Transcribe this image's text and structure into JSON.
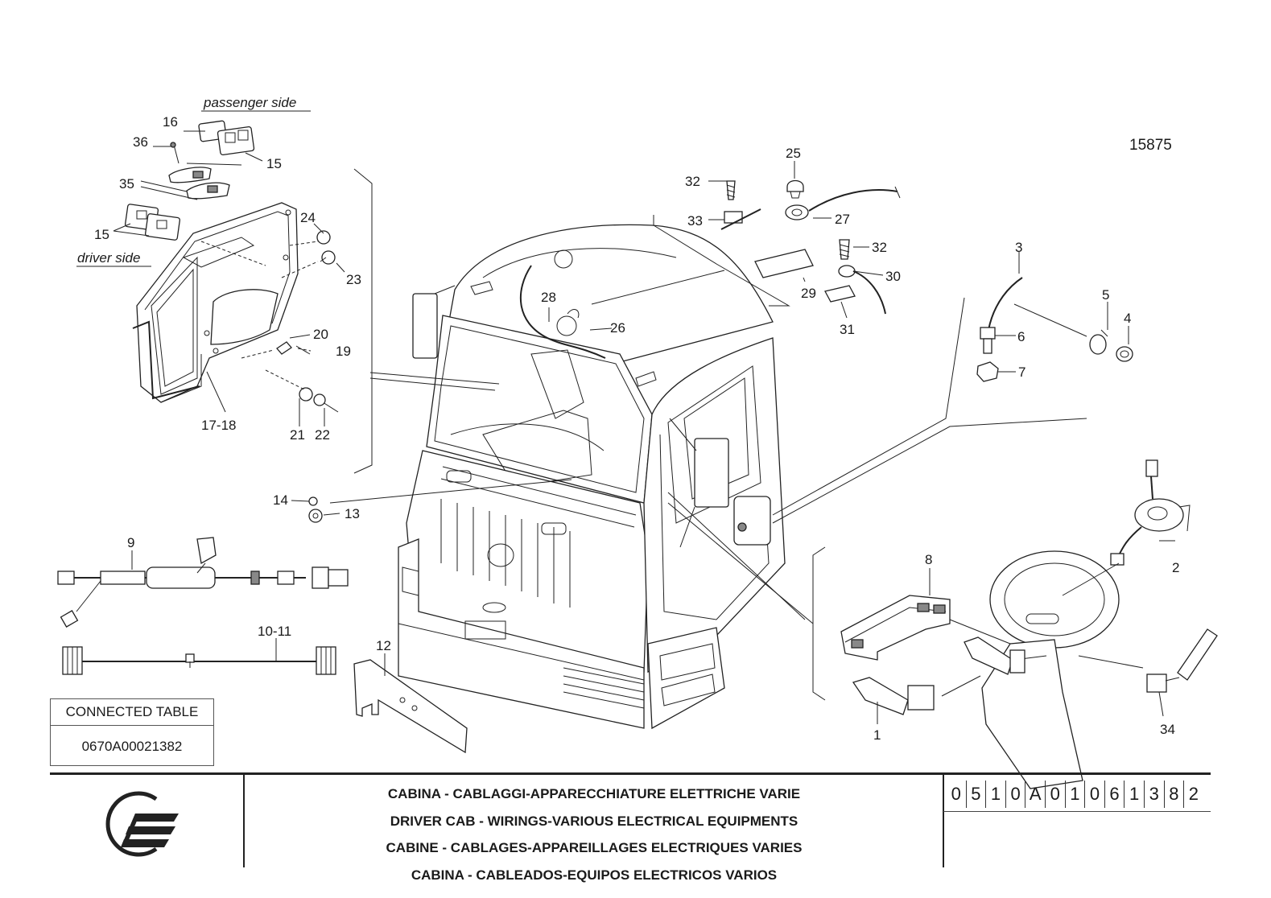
{
  "diagram": {
    "ref_number": "15875",
    "passenger_side_label": "passenger side",
    "driver_side_label": "driver side",
    "callouts": {
      "c1": "1",
      "c2": "2",
      "c3": "3",
      "c4": "4",
      "c5": "5",
      "c6": "6",
      "c7": "7",
      "c8": "8",
      "c9": "9",
      "c10_11": "10-11",
      "c12": "12",
      "c13": "13",
      "c14": "14",
      "c15a": "15",
      "c15b": "15",
      "c16": "16",
      "c17_18": "17-18",
      "c19": "19",
      "c20": "20",
      "c21": "21",
      "c22": "22",
      "c23": "23",
      "c24": "24",
      "c25": "25",
      "c26": "26",
      "c27": "27",
      "c28": "28",
      "c29": "29",
      "c30": "30",
      "c31": "31",
      "c32a": "32",
      "c32b": "32",
      "c33": "33",
      "c34": "34",
      "c35": "35",
      "c36": "36"
    }
  },
  "connected_table": {
    "header": "CONNECTED TABLE",
    "value": "0670A00021382"
  },
  "title_block": {
    "titles": [
      "CABINA - CABLAGGI-APPARECCHIATURE ELETTRICHE VARIE",
      "DRIVER CAB - WIRINGS-VARIOUS ELECTRICAL EQUIPMENTS",
      "CABINE - CABLAGES-APPAREILLAGES ELECTRIQUES VARIES",
      "CABINA - CABLEADOS-EQUIPOS ELECTRICOS VARIOS"
    ],
    "doc_number": [
      "0",
      "5",
      "1",
      "0",
      "A",
      "0",
      "1",
      "0",
      "6",
      "1",
      "3",
      "8",
      "2"
    ],
    "logo_icon": "company-logo-icon"
  }
}
